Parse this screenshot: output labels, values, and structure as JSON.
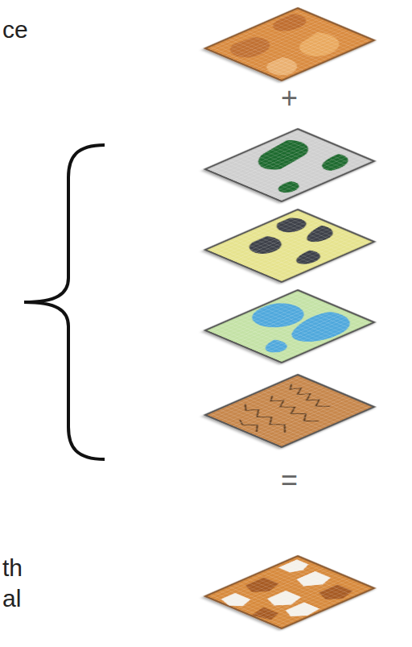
{
  "diagram": {
    "labels": [
      "ce",
      "+",
      "=",
      "th",
      "al"
    ]
  }
}
